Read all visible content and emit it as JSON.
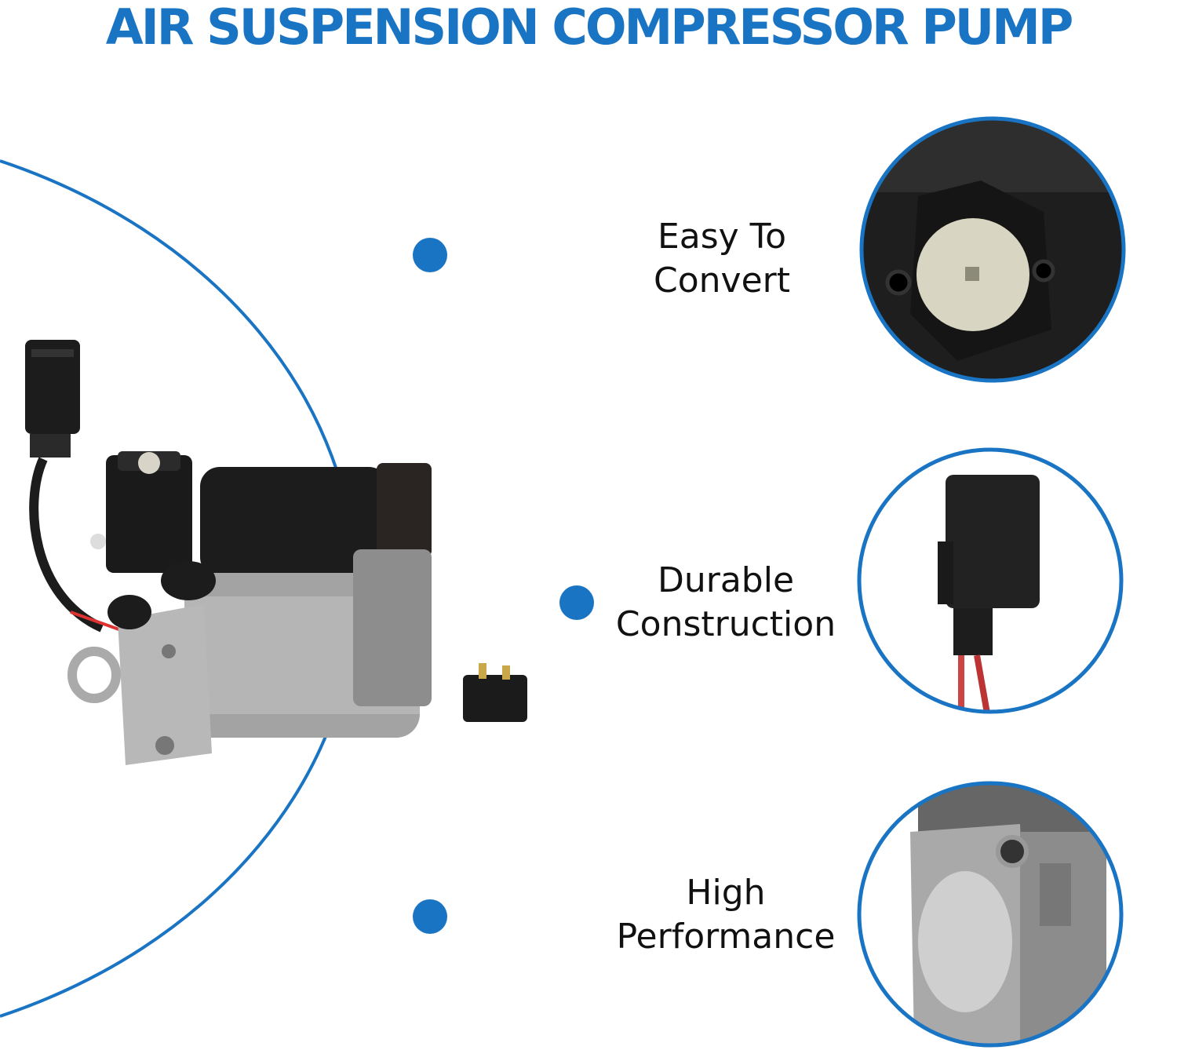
{
  "header": {
    "title": "AIR SUSPENSION COMPRESSOR PUMP"
  },
  "features": [
    {
      "line1": "Easy To",
      "line2": "Convert"
    },
    {
      "line1": "Durable",
      "line2": "Construction"
    },
    {
      "line1": "High",
      "line2": "Performance"
    }
  ],
  "colors": {
    "accent": "#1a74c4",
    "text": "#111111",
    "metal": "#9a9a9a",
    "plastic": "#1c1c1c"
  },
  "icons": [
    "product-photo-compressor",
    "detail-photo-connector-plug",
    "detail-photo-wiring-plug",
    "detail-photo-pump-housing"
  ]
}
